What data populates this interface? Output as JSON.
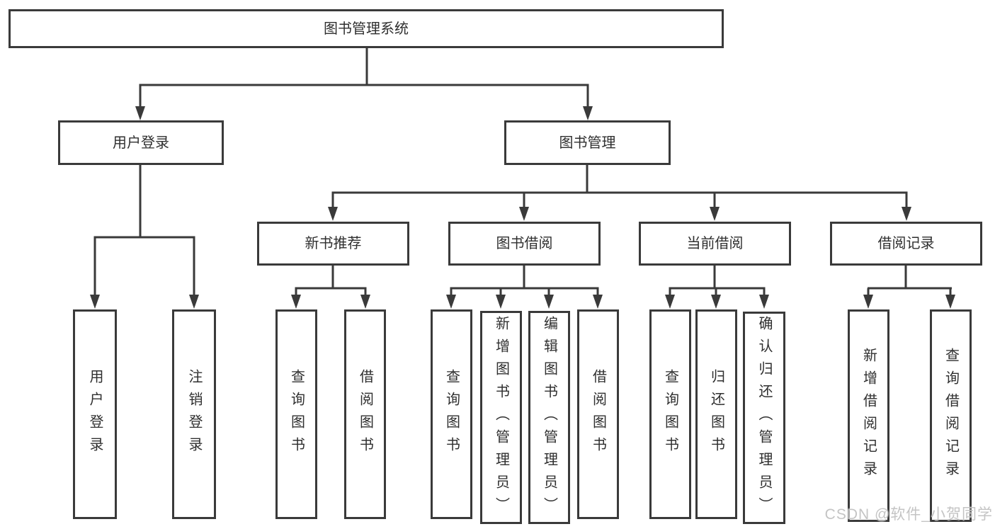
{
  "diagram": {
    "root": {
      "label": "图书管理系统"
    },
    "branches": [
      {
        "label": "用户登录",
        "children": [
          {
            "label": "用户登录"
          },
          {
            "label": "注销登录"
          }
        ]
      },
      {
        "label": "图书管理",
        "children": [
          {
            "label": "新书推荐",
            "children": [
              {
                "label": "查询图书"
              },
              {
                "label": "借阅图书"
              }
            ]
          },
          {
            "label": "图书借阅",
            "children": [
              {
                "label": "查询图书"
              },
              {
                "label": "新增图书（管理员）"
              },
              {
                "label": "编辑图书（管理员）"
              },
              {
                "label": "借阅图书"
              }
            ]
          },
          {
            "label": "当前借阅",
            "children": [
              {
                "label": "查询图书"
              },
              {
                "label": "归还图书"
              },
              {
                "label": "确认归还（管理员）"
              }
            ]
          },
          {
            "label": "借阅记录",
            "children": [
              {
                "label": "新增借阅记录"
              },
              {
                "label": "查询借阅记录"
              }
            ]
          }
        ]
      }
    ]
  },
  "watermark": {
    "text": "CSDN @软件_小贺同学"
  },
  "colors": {
    "line": "#3a3a3a",
    "text": "#2f2f2f",
    "background": "#ffffff",
    "watermark": "#c1c1c1"
  }
}
